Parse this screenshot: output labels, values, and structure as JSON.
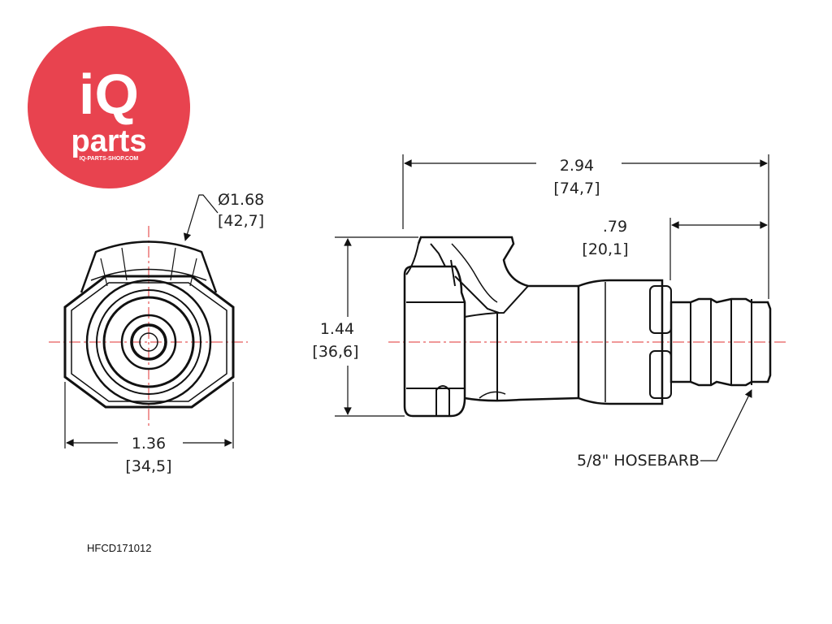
{
  "logo": {
    "brand_top": "iQ",
    "brand_bottom": "parts",
    "website": "IQ-PARTS-SHOP.COM",
    "bg_color": "#e8434f"
  },
  "front_view": {
    "diameter_in": "Ø1.68",
    "diameter_mm": "[42,7]",
    "width_in": "1.36",
    "width_mm": "[34,5]"
  },
  "side_view": {
    "length_in": "2.94",
    "length_mm": "[74,7]",
    "barb_in": ".79",
    "barb_mm": "[20,1]",
    "height_in": "1.44",
    "height_mm": "[36,6]",
    "callout": "5/8\" HOSEBARB"
  },
  "part_number": "HFCD171012",
  "colors": {
    "centerline": "#e23030",
    "outline": "#111111"
  }
}
